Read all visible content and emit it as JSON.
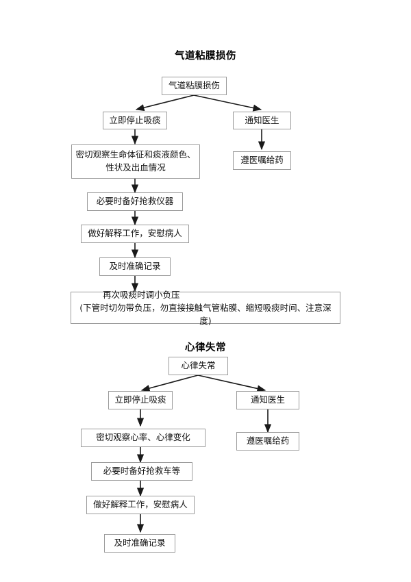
{
  "document": {
    "type": "flowchart",
    "language": "zh-CN",
    "page_background": "#ffffff",
    "box_border_color": "#9a9a9a",
    "connector_color": "#1a1a1a"
  },
  "sections": [
    {
      "id": "airway-mucosa-injury",
      "title": "气道粘膜损伤",
      "start_node": "气道粘膜损伤",
      "left_branch": [
        "立即停止吸痰",
        "密切观察生命体征和痰液颜色、性状及出血情况",
        "必要时备好抢救仪器",
        "做好解释工作，安慰病人",
        "及时准确记录"
      ],
      "right_branch": [
        "通知医生",
        "遵医嘱给药"
      ],
      "footer_node": {
        "line1": "再次吸痰时调小负压",
        "line2": "(下管时切勿带负压，勿直接接触气管粘膜、缩短吸痰时间、注意深度)"
      }
    },
    {
      "id": "arrhythmia",
      "title": "心律失常",
      "start_node": "心律失常",
      "left_branch": [
        "立即停止吸痰",
        "密切观察心率、心律变化",
        "必要时备好抢救车等",
        "做好解释工作，安慰病人",
        "及时准确记录"
      ],
      "right_branch": [
        "通知医生",
        "遵医嘱给药"
      ]
    }
  ],
  "nodes": {
    "s1_title": "气道粘膜损伤",
    "s1_start": "气道粘膜损伤",
    "s1_l1": "立即停止吸痰",
    "s1_l2_line1": "密切观察生命体征和痰液颜色、",
    "s1_l2_line2": "性状及出血情况",
    "s1_l3": "必要时备好抢救仪器",
    "s1_l4": "做好解释工作，安慰病人",
    "s1_l5": "及时准确记录",
    "s1_r1": "通知医生",
    "s1_r2": "遵医嘱给药",
    "s1_footer_line1": "再次吸痰时调小负压",
    "s1_footer_line2": "(下管时切勿带负压，勿直接接触气管粘膜、缩短吸痰时间、注意深度)",
    "s2_title": "心律失常",
    "s2_start": "心律失常",
    "s2_l1": "立即停止吸痰",
    "s2_l2": "密切观察心率、心律变化",
    "s2_l3": "必要时备好抢救车等",
    "s2_l4": "做好解释工作，安慰病人",
    "s2_l5": "及时准确记录",
    "s2_r1": "通知医生",
    "s2_r2": "遵医嘱给药"
  }
}
